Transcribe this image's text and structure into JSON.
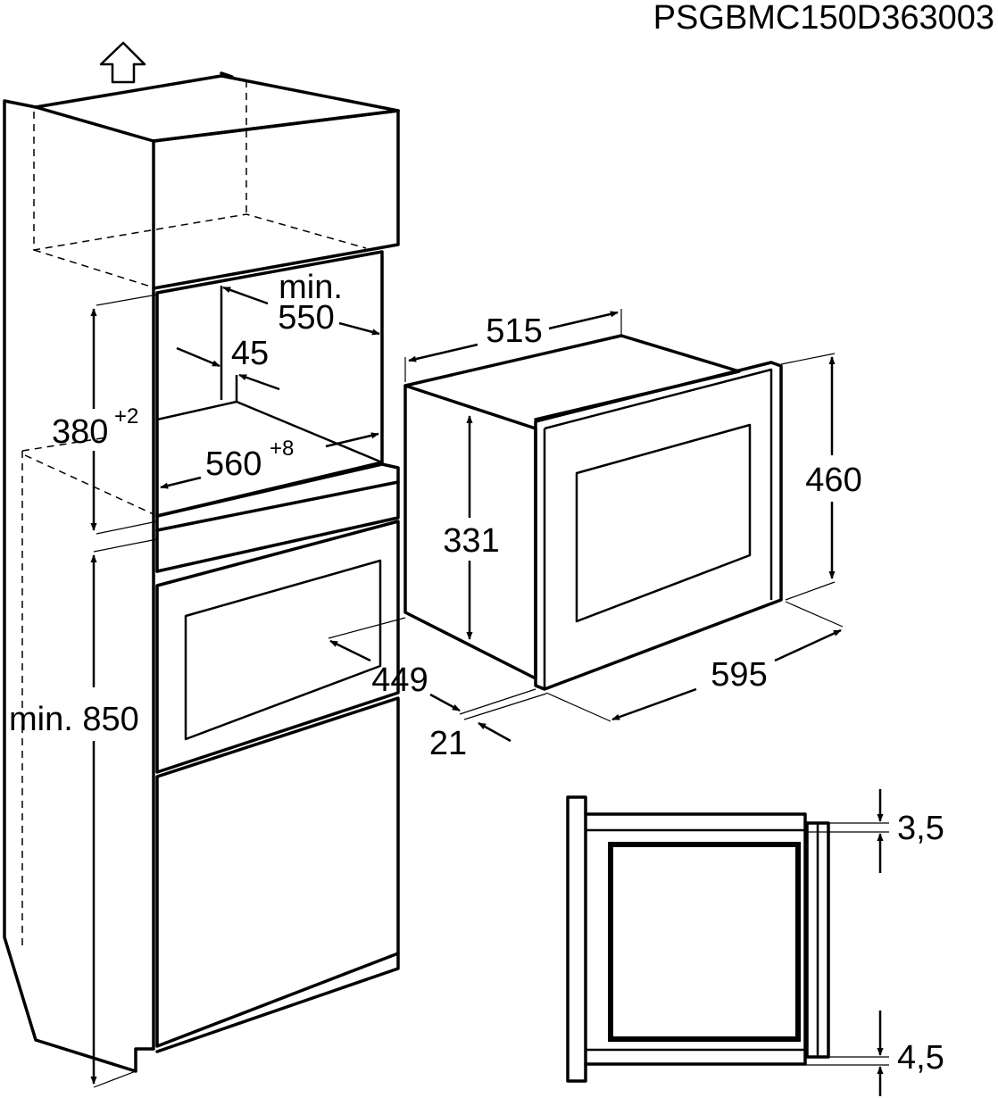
{
  "diagram": {
    "code": "PSGBMC150D363003",
    "dimensions": {
      "min_label": "min.",
      "depth_min": "550",
      "offset": "45",
      "niche_height": "380",
      "niche_height_tol": "+2",
      "niche_width": "560",
      "niche_width_tol": "+8",
      "floor_height": "min. 850",
      "appliance_depth": "515",
      "inner_height": "331",
      "appliance_height": "460",
      "inner_width": "449",
      "front_width": "595",
      "front_depth": "21",
      "gap_top": "3,5",
      "gap_bottom": "4,5"
    }
  }
}
